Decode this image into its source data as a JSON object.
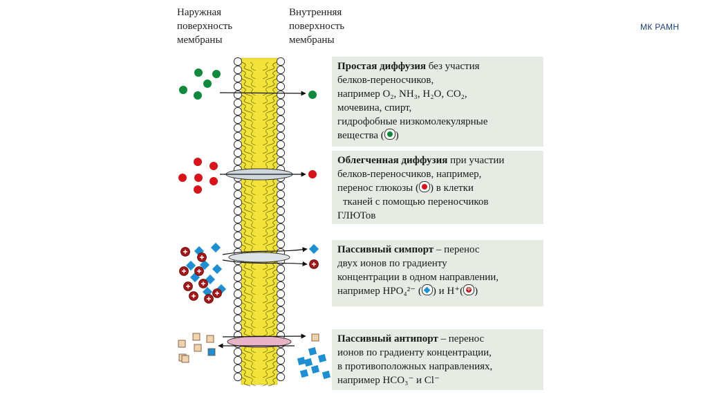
{
  "brand": "МК РАМН",
  "headers": {
    "outer": [
      "Наружная",
      "поверхность",
      "мембраны"
    ],
    "inner": [
      "Внутренняя",
      "поверхность",
      "мембраны"
    ]
  },
  "panels": {
    "simple": {
      "title": "Простая диффузия",
      "line1_rest": " без участия",
      "line2": "белков-переносчиков,",
      "line3_prefix": "например ",
      "o2": "O₂",
      "nh3": "NH₃",
      "h2o": "H₂O",
      "co2": "CO₂",
      "line4": "мочевина, спирт,",
      "line5": "гидрофобные низкомолекулярные",
      "line6_prefix": "вещества (",
      "line6_suffix": ")",
      "icon": "green-molecule-icon"
    },
    "facilitated": {
      "title": "Облегченная диффузия",
      "line1_rest": " при участии",
      "line2": "белков-переносчиков, например,",
      "line3_prefix": "перенос глюкозы (",
      "line3_suffix": ") в клетки",
      "line4": "тканей с помощью переносчиков",
      "line5": "ГЛЮТов",
      "icon": "red-glucose-icon"
    },
    "symport": {
      "title": "Пассивный симпорт",
      "line1_rest": " – перенос",
      "line2": "двух ионов по градиенту",
      "line3": "концентрации в одном направлении,",
      "line4_prefix": "например  HPO₄²⁻ (",
      "line4_mid": ") и H⁺(",
      "line4_suffix": ")",
      "icons": [
        "blue-diamond-icon",
        "plus-ion-icon"
      ]
    },
    "antiport": {
      "title": "Пассивный антипорт",
      "line1_rest": " – перенос",
      "line2": "ионов по градиенту концентрации,",
      "line3": "в противоположных направлениях,",
      "line4": "например  HCO₃⁻ и Cl⁻"
    }
  },
  "colors": {
    "membrane_core": "#f2e23a",
    "head": "#ffffff",
    "green": "#0f8a3c",
    "red": "#d7141a",
    "blue": "#1f8fd1",
    "dark_red": "#a01818",
    "tan": "#f0d3b0",
    "blue_square": "#1f8fd1",
    "carrier_gray": "#cfd8dc",
    "carrier_pink": "#eab4c8"
  }
}
